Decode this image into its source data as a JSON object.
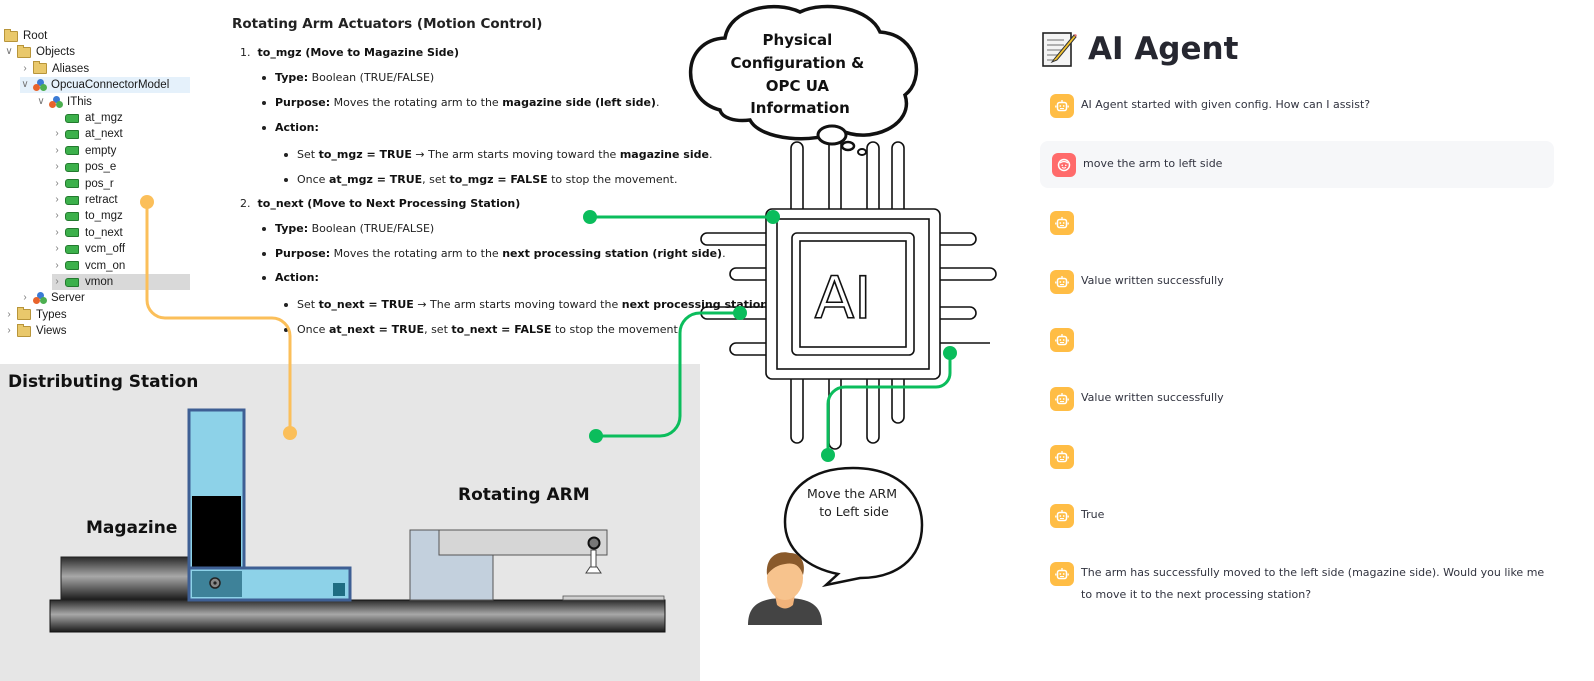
{
  "tree": {
    "items": [
      {
        "label": "Root",
        "kind": "folder",
        "depth": 0,
        "chevron": ""
      },
      {
        "label": "Objects",
        "kind": "folder",
        "depth": 0,
        "chevron": "open"
      },
      {
        "label": "Aliases",
        "kind": "folder",
        "depth": 1,
        "chevron": "closed"
      },
      {
        "label": "OpcuaConnectorModel",
        "kind": "object",
        "depth": 1,
        "chevron": "open",
        "highlight": "light"
      },
      {
        "label": "IThis",
        "kind": "object",
        "depth": 2,
        "chevron": "open"
      },
      {
        "label": "at_mgz",
        "kind": "variable",
        "depth": 3,
        "chevron": ""
      },
      {
        "label": "at_next",
        "kind": "variable",
        "depth": 3,
        "chevron": "closed"
      },
      {
        "label": "empty",
        "kind": "variable",
        "depth": 3,
        "chevron": "closed"
      },
      {
        "label": "pos_e",
        "kind": "variable",
        "depth": 3,
        "chevron": "closed"
      },
      {
        "label": "pos_r",
        "kind": "variable",
        "depth": 3,
        "chevron": "closed"
      },
      {
        "label": "retract",
        "kind": "variable",
        "depth": 3,
        "chevron": "closed"
      },
      {
        "label": "to_mgz",
        "kind": "variable",
        "depth": 3,
        "chevron": "closed"
      },
      {
        "label": "to_next",
        "kind": "variable",
        "depth": 3,
        "chevron": "closed"
      },
      {
        "label": "vcm_off",
        "kind": "variable",
        "depth": 3,
        "chevron": "closed"
      },
      {
        "label": "vcm_on",
        "kind": "variable",
        "depth": 3,
        "chevron": "closed"
      },
      {
        "label": "vmon",
        "kind": "variable",
        "depth": 3,
        "chevron": "closed",
        "highlight": "grey"
      },
      {
        "label": "Server",
        "kind": "object",
        "depth": 1,
        "chevron": "closed"
      },
      {
        "label": "Types",
        "kind": "folder",
        "depth": 0,
        "chevron": "closed"
      },
      {
        "label": "Views",
        "kind": "folder",
        "depth": 0,
        "chevron": "closed"
      }
    ]
  },
  "doc": {
    "title": "Rotating Arm Actuators (Motion Control)",
    "sections": [
      {
        "number": "1.",
        "heading": "to_mgz (Move to Magazine Side)",
        "type_label": "Type:",
        "type_value": "Boolean (TRUE/FALSE)",
        "purpose_label": "Purpose:",
        "purpose_pre": "Moves the rotating arm to the ",
        "purpose_bold": "magazine side (left side)",
        "purpose_post": ".",
        "action_label": "Action:",
        "action1": {
          "t1": "Set ",
          "b1": "to_mgz = TRUE",
          "t2": " → The arm starts moving toward the ",
          "b2": "magazine side",
          "t3": "."
        },
        "action2": {
          "t1": "Once ",
          "b1": "at_mgz = TRUE",
          "t2": ", set ",
          "b2": "to_mgz = FALSE",
          "t3": " to stop the movement."
        }
      },
      {
        "number": "2.",
        "heading": "to_next (Move to Next Processing Station)",
        "type_label": "Type:",
        "type_value": "Boolean (TRUE/FALSE)",
        "purpose_label": "Purpose:",
        "purpose_pre": "Moves the rotating arm to the ",
        "purpose_bold": "next processing station (right side)",
        "purpose_post": ".",
        "action_label": "Action:",
        "action1": {
          "t1": "Set ",
          "b1": "to_next = TRUE",
          "t2": " → The arm starts moving toward the ",
          "b2": "next processing station",
          "t3": ""
        },
        "action2": {
          "t1": "Once ",
          "b1": "at_next = TRUE",
          "t2": ", set ",
          "b2": "to_next = FALSE",
          "t3": " to stop the movement."
        }
      }
    ]
  },
  "thought_cloud": {
    "lines": [
      "Physical",
      "Configuration &",
      "OPC UA",
      "Information"
    ]
  },
  "chip": {
    "label": "AI"
  },
  "speech_bubble": {
    "lines": [
      "Move the ARM",
      "to Left side"
    ]
  },
  "station": {
    "title": "Distributing Station",
    "magazine_label": "Magazine",
    "arm_label": "Rotating ARM"
  },
  "colors": {
    "connector_orange": "#fbbf5a",
    "connector_green": "#0bbd5c",
    "bot_avatar": "#ffbd45",
    "user_avatar": "#ff6b6b",
    "magazine_blue": "#8dd2e8"
  },
  "chat": {
    "title": "AI Agent",
    "title_icon": "memo-icon",
    "messages": [
      {
        "role": "assistant",
        "text": "AI Agent started with given config. How can I assist?"
      },
      {
        "role": "user",
        "text": "move the arm to left side"
      },
      {
        "role": "assistant",
        "text": ""
      },
      {
        "role": "assistant",
        "text": "Value written successfully"
      },
      {
        "role": "assistant",
        "text": ""
      },
      {
        "role": "assistant",
        "text": "Value written successfully"
      },
      {
        "role": "assistant",
        "text": ""
      },
      {
        "role": "assistant",
        "text": "True"
      },
      {
        "role": "assistant",
        "text": "The arm has successfully moved to the left side (magazine side). Would you like me to move it to the next processing station?"
      }
    ]
  }
}
